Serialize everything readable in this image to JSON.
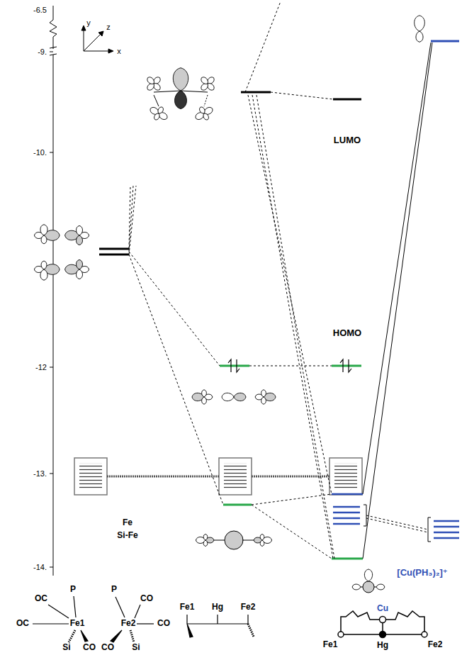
{
  "diagram": {
    "labels": [
      "-6.5",
      "y",
      "z",
      "x",
      "-9.",
      "-10.",
      "LUMO",
      "HOMO",
      "-12",
      "-13.",
      "Fe",
      "Si-Fe",
      "-14.",
      "[Cu(PH₃)₂]⁺",
      "OC",
      "P",
      "P",
      "CO",
      "OC",
      "Fe1",
      "Fe2",
      "CO",
      "Si",
      "CO",
      "CO",
      "Si",
      "Fe1",
      "Hg",
      "Fe2",
      "Cu",
      "Fe1",
      "Hg",
      "Fe2"
    ]
  }
}
